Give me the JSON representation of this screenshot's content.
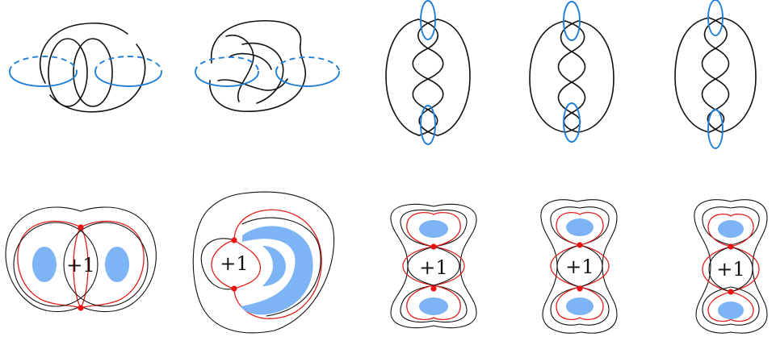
{
  "panel_labels": [
    "+1",
    "+1",
    "+1",
    "+1",
    "+1"
  ]
}
